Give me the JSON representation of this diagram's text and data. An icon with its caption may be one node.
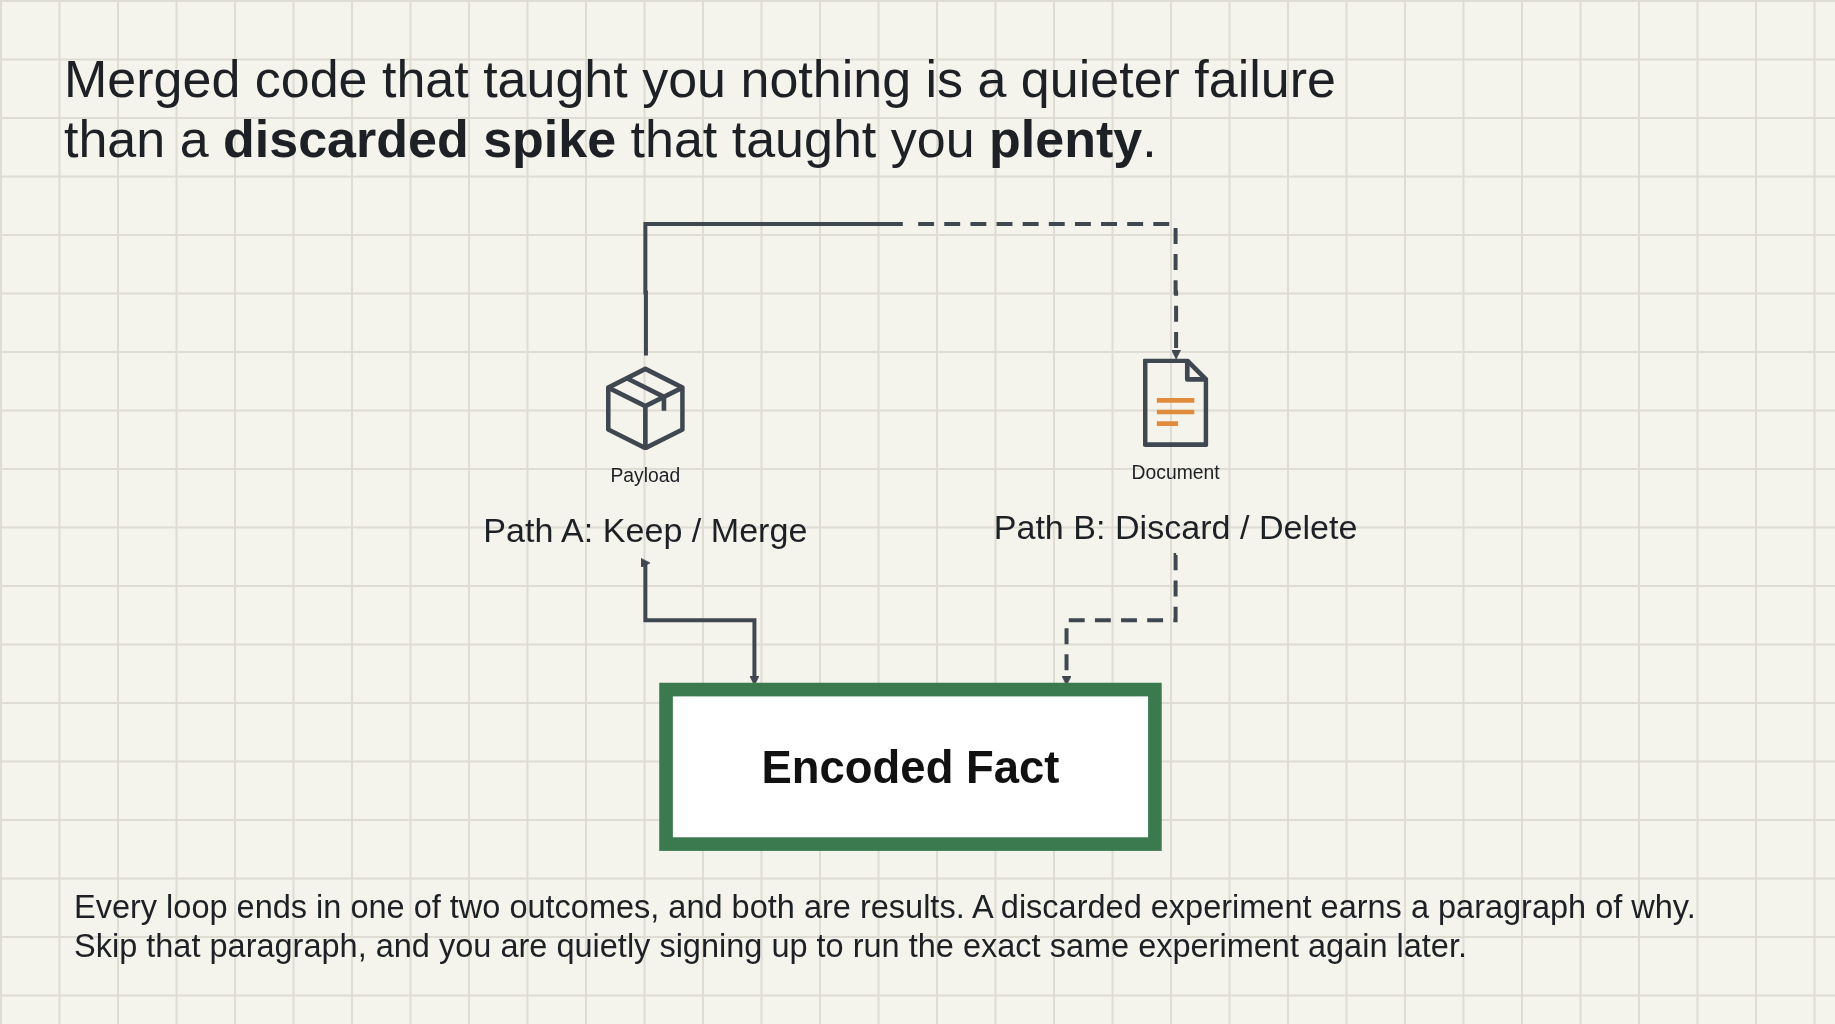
{
  "diagram": {
    "title": "Merged code that taught you nothing is a quieter failure than a **discarded spike** that taught you **plenty**.",
    "caption": "Every loop ends in one of two outcomes, and both are results. A discarded experiment earns a paragraph of why. Skip that paragraph, and you are quietly signing up to run the exact same experiment again later.",
    "nodes": [
      {
        "text": [
          "Payload",
          "Path A: Keep / Merge"
        ]
      },
      {
        "text": [
          "Document",
          "Path B: Discard / Delete"
        ]
      },
      {
        "text": [
          "Encoded Fact"
        ]
      }
    ],
    "edges": [
      {
        "from": null,
        "to": 0,
        "arrow": "none"
      },
      {
        "from": null,
        "to": 1,
        "arrow": "to",
        "style": "dashed"
      },
      {
        "from": 0,
        "to": 2,
        "arrow": "both"
      },
      {
        "from": 1,
        "to": 2,
        "arrow": "to",
        "style": "dashed"
      }
    ]
  }
}
